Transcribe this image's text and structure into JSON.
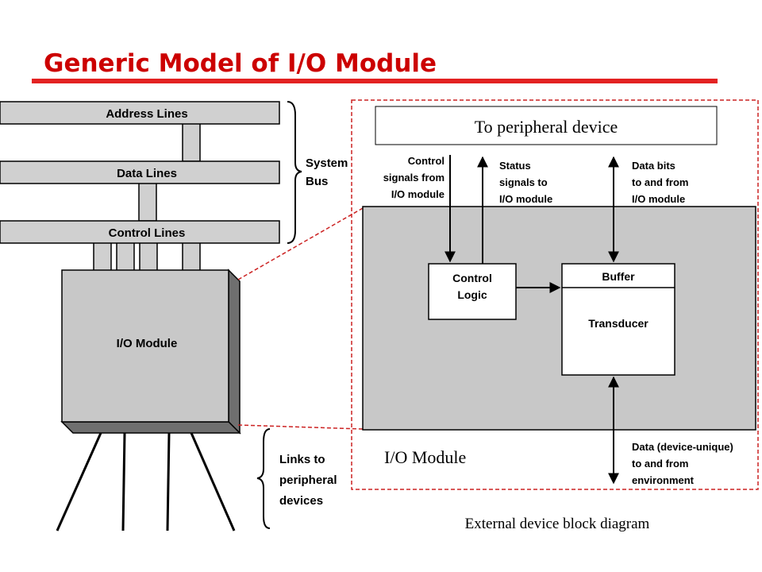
{
  "title": "Generic Model of I/O Module",
  "colors": {
    "title_text": "#cc0000",
    "title_rule": "#e32222",
    "bus_gray": "#d0d0d0",
    "module_gray": "#c8c8c8",
    "dashed_frame": "#cc2222"
  },
  "left_diagram": {
    "bus_lines": [
      "Address Lines",
      "Data Lines",
      "Control Lines"
    ],
    "brace_label_1": "System",
    "brace_label_2": "Bus",
    "module_label": "I/O Module",
    "links_label_1": "Links to",
    "links_label_2": "peripheral",
    "links_label_3": "devices"
  },
  "right_diagram": {
    "peripheral_box": "To peripheral device",
    "control_signals": [
      "Control",
      "signals from",
      "I/O module"
    ],
    "status_signals": [
      "Status",
      "signals to",
      "I/O module"
    ],
    "data_bits": [
      "Data bits",
      "to and from",
      "I/O module"
    ],
    "control_logic": [
      "Control",
      "Logic"
    ],
    "buffer": "Buffer",
    "transducer": "Transducer",
    "module_caption": "I/O Module",
    "env_data": [
      "Data (device-unique)",
      "to and from",
      "environment"
    ],
    "caption": "External device block diagram"
  }
}
